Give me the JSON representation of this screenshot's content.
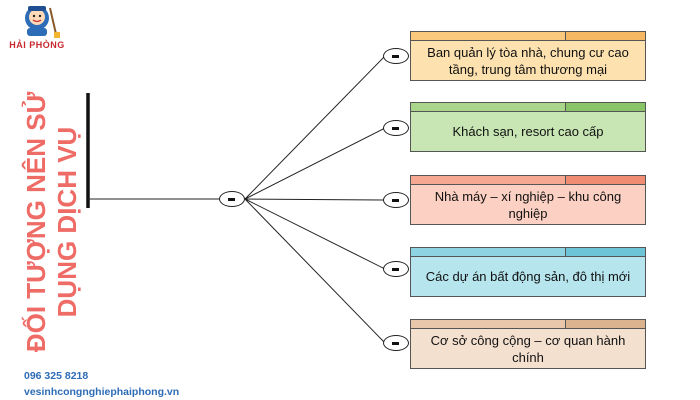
{
  "brand": {
    "logo_name": "HẢI PHÒNG"
  },
  "title": {
    "line1": "ĐỐI TƯỢNG NÊN SỬ",
    "line2": "DỤNG DỊCH VỤ"
  },
  "contact": {
    "phone": "096 325 8218",
    "website": "vesinhcongnghiephaiphong.vn"
  },
  "nodes": [
    {
      "text": "Ban quản lý tòa nhà, chung cư cao tầng, trung tâm thương mại",
      "fill": "#fde2b0",
      "bar": "#fbc97e",
      "bar_seg": "#f7b864"
    },
    {
      "text": "Khách sạn, resort cao cấp",
      "fill": "#c8e6b4",
      "bar": "#a9d68b",
      "bar_seg": "#8ac469"
    },
    {
      "text": "Nhà máy – xí nghiệp – khu công nghiệp",
      "fill": "#fcd0c2",
      "bar": "#f6a892",
      "bar_seg": "#f08c72"
    },
    {
      "text": "Các dự án bất động sản, đô thị mới",
      "fill": "#b6e5ee",
      "bar": "#8dd3e2",
      "bar_seg": "#6cc4d6"
    },
    {
      "text": "Cơ sở công cộng – cơ quan hành chính",
      "fill": "#f4e0cf",
      "bar": "#e8c7ab",
      "bar_seg": "#dcb38f"
    }
  ],
  "colors": {
    "title": "#ee6b66",
    "contact": "#2d6cb6",
    "line": "#222222"
  }
}
